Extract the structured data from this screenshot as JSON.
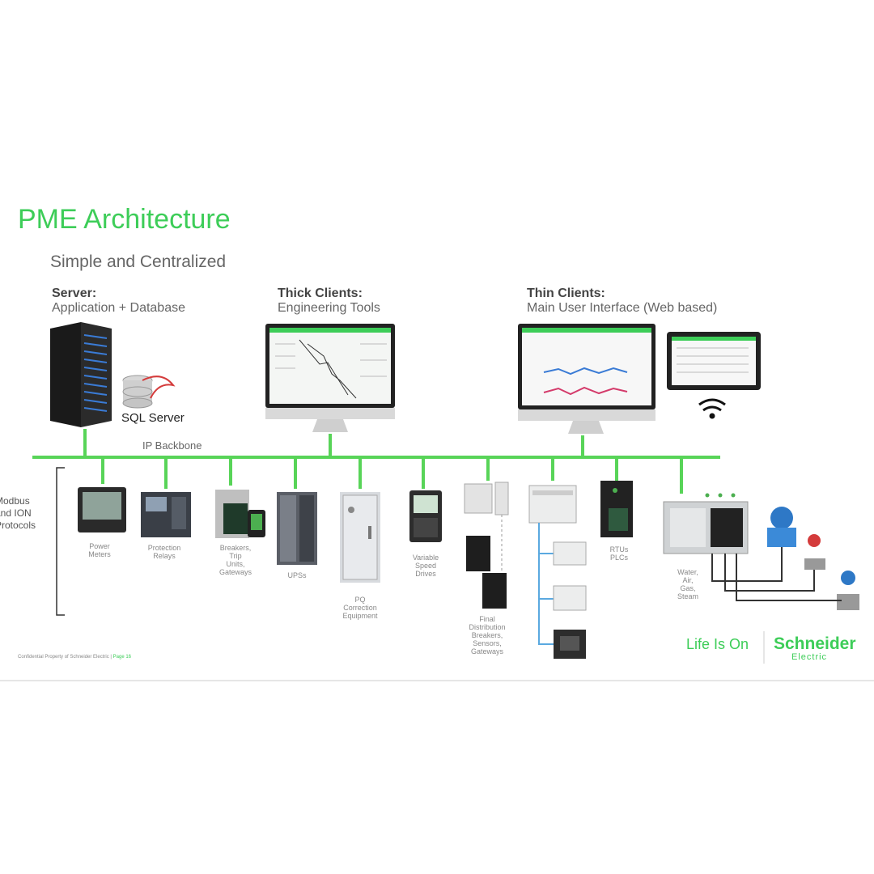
{
  "title": "PME Architecture",
  "subtitle": "Simple and Centralized",
  "groups": {
    "server": {
      "heading": "Server:",
      "sub": "Application + Database"
    },
    "thick": {
      "heading": "Thick Clients:",
      "sub": "Engineering Tools"
    },
    "thin": {
      "heading": "Thin Clients:",
      "sub": "Main User Interface (Web based)"
    }
  },
  "sql_logo": "SQL Server",
  "backbone_label": "IP Backbone",
  "protocols": [
    "Modbus",
    "and ION",
    "Protocols"
  ],
  "devices": {
    "power_meters": [
      "Power",
      "Meters"
    ],
    "protection_relays": [
      "Protection",
      "Relays"
    ],
    "breakers": [
      "Breakers,",
      "Trip",
      "Units,",
      "Gateways"
    ],
    "ups": [
      "UPSs"
    ],
    "pq": [
      "PQ",
      "Correction",
      "Equipment"
    ],
    "vsd": [
      "Variable",
      "Speed",
      "Drives"
    ],
    "final": [
      "Final",
      "Distribution",
      "Breakers,",
      "Sensors,",
      "Gateways"
    ],
    "rtu": [
      "RTUs",
      "PLCs"
    ],
    "wags": [
      "Water,",
      "Air,",
      "Gas,",
      "Steam"
    ]
  },
  "footer": {
    "text": "Confidential Property of Schneider Electric",
    "page": "Page 16"
  },
  "tagline": "Life Is On",
  "brand": {
    "name": "Schneider",
    "sub": "Electric"
  },
  "colors": {
    "accent": "#3dcd58",
    "network": "#58d458",
    "branch": "#5aa9e0"
  }
}
